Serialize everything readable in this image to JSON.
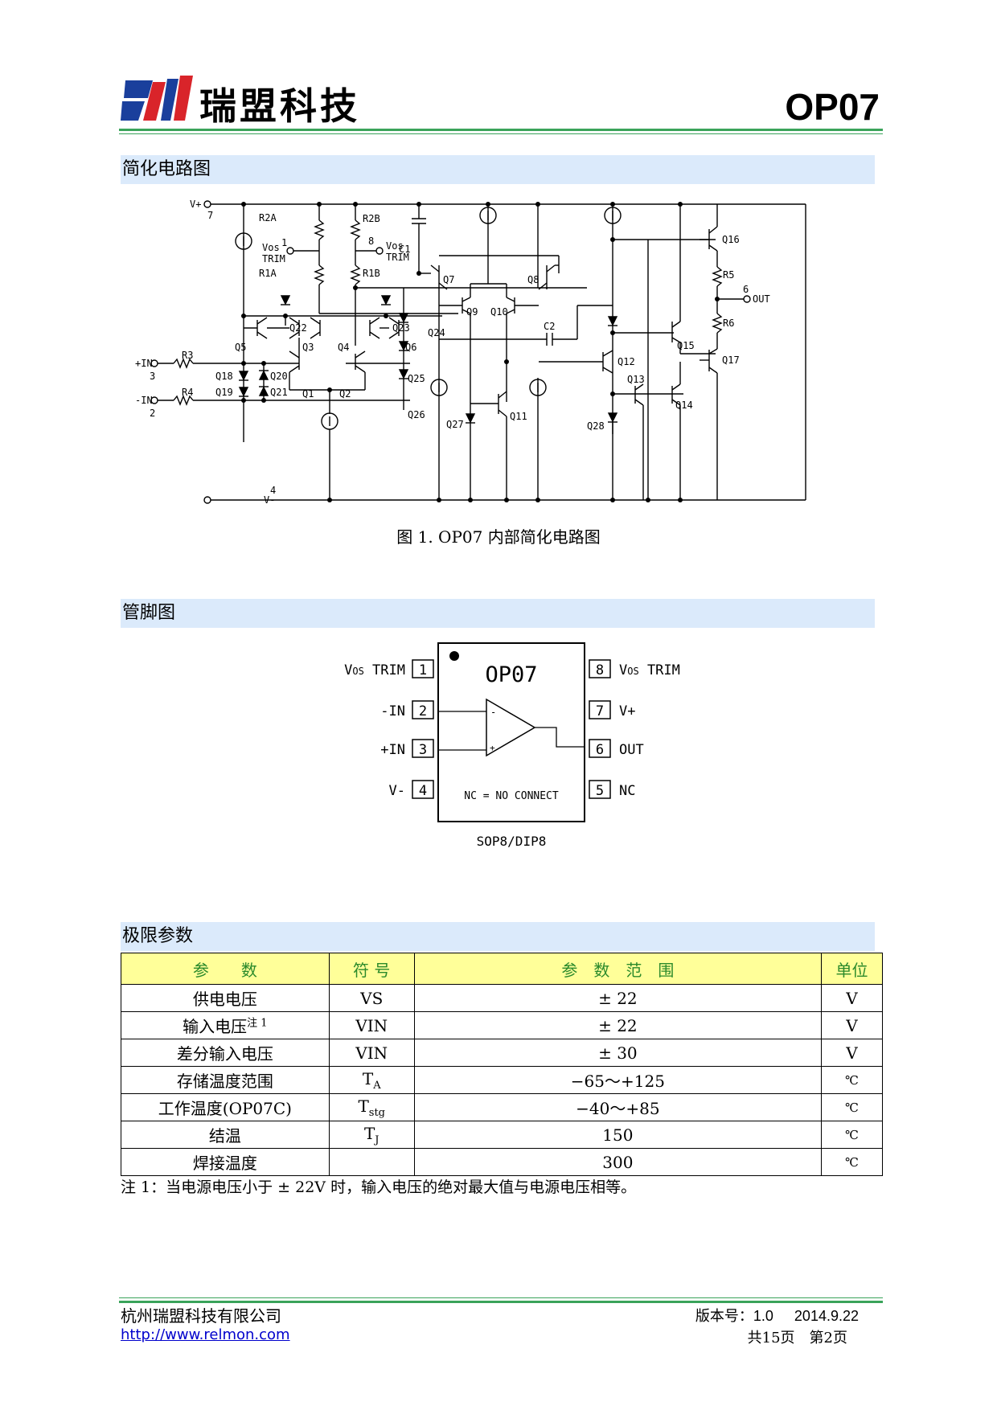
{
  "header": {
    "company_name": "瑞盟科技",
    "part_number": "OP07"
  },
  "sections": {
    "circuit_title": "简化电路图",
    "pinout_title": "管脚图",
    "limits_title": "极限参数"
  },
  "circuit": {
    "caption": "图 1. OP07 内部简化电路图",
    "labels": {
      "vplus": "V+",
      "pin7": "7",
      "vminus": "V-",
      "pin4": "4",
      "in_plus": "+IN",
      "pin3": "3",
      "in_minus": "-IN",
      "pin2": "2",
      "out": "OUT",
      "pin6": "6",
      "vos1": "Vos",
      "trim1": "TRIM",
      "pin1": "1",
      "vos8": "Vos",
      "trim8": "TRIM",
      "pin8": "8",
      "r2a": "R2A",
      "r1a": "R1A",
      "r2b": "R2B",
      "r1b": "R1B",
      "r3": "R3",
      "r4": "R4",
      "r5": "R5",
      "r6": "R6",
      "c1": "C1",
      "c2": "C2",
      "q1": "Q1",
      "q2": "Q2",
      "q3": "Q3",
      "q4": "Q4",
      "q5": "Q5",
      "q6": "Q6",
      "q7": "Q7",
      "q8": "Q8",
      "q9": "Q9",
      "q10": "Q10",
      "q11": "Q11",
      "q12": "Q12",
      "q13": "Q13",
      "q14": "Q14",
      "q15": "Q15",
      "q16": "Q16",
      "q17": "Q17",
      "q18": "Q18",
      "q19": "Q19",
      "q20": "Q20",
      "q21": "Q21",
      "q22": "Q22",
      "q23": "Q23",
      "q24": "Q24",
      "q25": "Q25",
      "q26": "Q26",
      "q27": "Q27",
      "q28": "Q28"
    }
  },
  "pinout": {
    "chip_name": "OP07",
    "nc_note": "NC = NO CONNECT",
    "package": "SOP8/DIP8",
    "left_pins": [
      {
        "num": "1",
        "name": "VOS TRIM"
      },
      {
        "num": "2",
        "name": "-IN"
      },
      {
        "num": "3",
        "name": "+IN"
      },
      {
        "num": "4",
        "name": "V-"
      }
    ],
    "right_pins": [
      {
        "num": "8",
        "name": "VOS TRIM"
      },
      {
        "num": "7",
        "name": "V+"
      },
      {
        "num": "6",
        "name": "OUT"
      },
      {
        "num": "5",
        "name": "NC"
      }
    ],
    "vos_v": "V",
    "vos_sub": "OS",
    "vos_trim": " TRIM",
    "opamp_minus": "-",
    "opamp_plus": "+"
  },
  "limits_table": {
    "headers": [
      "参　　数",
      "符 号",
      "参　数　范　围",
      "单位"
    ],
    "rows": [
      {
        "param": "供电电压",
        "sym": "VS",
        "sym_sub": "",
        "range": "± 22",
        "unit": "V"
      },
      {
        "param": "输入电压",
        "param_sup": "注 1",
        "sym": "VIN",
        "sym_sub": "",
        "range": "± 22",
        "unit": "V"
      },
      {
        "param": "差分输入电压",
        "sym": "VIN",
        "sym_sub": "",
        "range": "± 30",
        "unit": "V"
      },
      {
        "param": "存储温度范围",
        "sym": "T",
        "sym_sub": "A",
        "range": "−65～+125",
        "unit": "℃"
      },
      {
        "param": "工作温度(OP07C)",
        "sym": "T",
        "sym_sub": "stg",
        "range": "−40～+85",
        "unit": "℃"
      },
      {
        "param": "结温",
        "sym": "T",
        "sym_sub": "J",
        "range": "150",
        "unit": "℃"
      },
      {
        "param": "焊接温度",
        "sym": "",
        "sym_sub": "",
        "range": "300",
        "unit": "℃"
      }
    ]
  },
  "note": "注 1：当电源电压小于 ± 22V 时，输入电压的绝对最大值与电源电压相等。",
  "footer": {
    "company": "杭州瑞盟科技有限公司",
    "url": "http://www.relmon.com",
    "version_label": "版本号：",
    "version": "1.0",
    "date": "2014.9.22",
    "page_info": "共15页　第2页"
  },
  "colors": {
    "logo_blue": "#1a3f9c",
    "logo_red": "#d9242a",
    "rule_green": "#3aa35a",
    "section_bg": "#dbeafb",
    "table_header_bg": "#ffff99",
    "table_header_text": "#2b8a2b"
  }
}
